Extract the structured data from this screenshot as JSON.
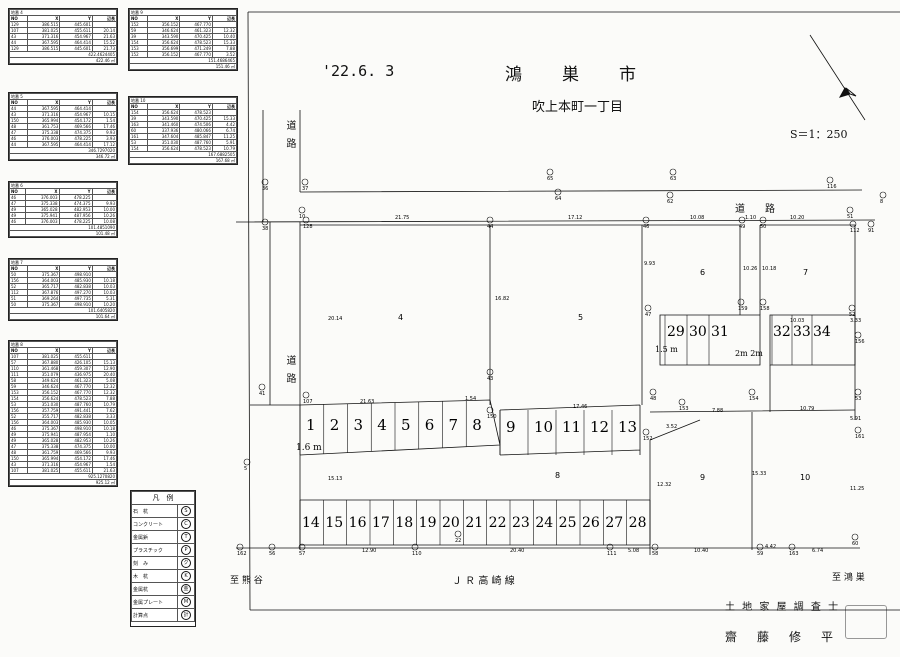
{
  "header": {
    "date": "'22.6. 3",
    "city": "鴻　　巣　　市",
    "district": "吹上本町一丁目",
    "scale": "S＝1：250"
  },
  "roads": {
    "road_top": "道　　路",
    "road_left_upper": "道路",
    "road_left_lower": "道路",
    "rail": "Ｊ Ｒ 高 崎 線",
    "to_kumagaya": "至 熊 谷",
    "to_konosu": "至 鴻 巣"
  },
  "footer": {
    "surveyor_title": "土 地 家 屋 調 査 士",
    "surveyor_name": "齋　藤　修　平"
  },
  "legend": {
    "title": "凡　例",
    "items": [
      {
        "label": "石　杭",
        "sym": "S"
      },
      {
        "label": "コンクリート",
        "sym": "C"
      },
      {
        "label": "金属鋲",
        "sym": "T"
      },
      {
        "label": "プラスチック",
        "sym": "P"
      },
      {
        "label": "刻　み",
        "sym": "ク"
      },
      {
        "label": "木　杭",
        "sym": "K"
      },
      {
        "label": "金属杭",
        "sym": "金"
      },
      {
        "label": "金属プレート",
        "sym": "M"
      },
      {
        "label": "計算点",
        "sym": "計"
      }
    ]
  },
  "tables": [
    {
      "title": "地番 4",
      "rows": [
        [
          "NO",
          "X",
          "Y",
          "辺長"
        ],
        [
          "129",
          "386.515",
          "445.601",
          ""
        ],
        [
          "107",
          "381.025",
          "455.611",
          "20.14"
        ],
        [
          "43",
          "371.316",
          "454.967",
          "21.63"
        ],
        [
          "44",
          "367.595",
          "464.414",
          "15.52"
        ],
        [
          "129",
          "386.515",
          "445.601",
          "21.73"
        ]
      ],
      "area1": "422.4624405",
      "area2": "422.46 ㎡"
    },
    {
      "title": "地番 5",
      "rows": [
        [
          "NO",
          "X",
          "Y",
          "辺長"
        ],
        [
          "44",
          "367.595",
          "464.414",
          ""
        ],
        [
          "43",
          "371.316",
          "454.967",
          "10.15"
        ],
        [
          "150",
          "365.994",
          "454.172",
          "1.54"
        ],
        [
          "48",
          "361.753",
          "469.566",
          "17.46"
        ],
        [
          "47",
          "375.338",
          "474.375",
          "9.93"
        ],
        [
          "46",
          "376.003",
          "478.225",
          "3.93"
        ],
        [
          "44",
          "367.595",
          "464.414",
          "17.12"
        ]
      ],
      "area1": "346.7297020",
      "area2": "346.72 ㎡"
    },
    {
      "title": "地番 6",
      "rows": [
        [
          "NO",
          "X",
          "Y",
          "辺長"
        ],
        [
          "46",
          "376.003",
          "478.225",
          ""
        ],
        [
          "47",
          "375.338",
          "474.375",
          "9.93"
        ],
        [
          "49",
          "365.028",
          "482.953",
          "10.00"
        ],
        [
          "49",
          "375.941",
          "487.956",
          "10.26"
        ],
        [
          "46",
          "376.003",
          "478.225",
          "10.08"
        ]
      ],
      "area1": "101.4851090",
      "area2": "101.48 ㎡"
    },
    {
      "title": "地番 7",
      "rows": [
        [
          "NO",
          "X",
          "Y",
          "辺長"
        ],
        [
          "50",
          "375.367",
          "498.910",
          ""
        ],
        [
          "156",
          "364.003",
          "485.930",
          "10.18"
        ],
        [
          "52",
          "365.717",
          "482.838",
          "10.03"
        ],
        [
          "112",
          "367.876",
          "497.270",
          "10.03"
        ],
        [
          "51",
          "369.264",
          "497.735",
          "5.31"
        ],
        [
          "50",
          "375.367",
          "498.910",
          "10.20"
        ]
      ],
      "area1": "101.6405820",
      "area2": "101.64 ㎡"
    },
    {
      "title": "地番 8",
      "rows": [
        [
          "NO",
          "X",
          "Y",
          "辺長"
        ],
        [
          "107",
          "381.025",
          "455.611",
          ""
        ],
        [
          "57",
          "367.880",
          "426.105",
          "15.13"
        ],
        [
          "110",
          "361.468",
          "459.307",
          "12.90"
        ],
        [
          "111",
          "351.079",
          "436.975",
          "20.40"
        ],
        [
          "58",
          "349.624",
          "461.323",
          "5.08"
        ],
        [
          "59",
          "346.624",
          "467.770",
          "12.32"
        ],
        [
          "153",
          "356.152",
          "467.770",
          "12.32"
        ],
        [
          "154",
          "356.624",
          "478.523",
          "7.88"
        ],
        [
          "53",
          "351.030",
          "487.760",
          "10.79"
        ],
        [
          "156",
          "357.759",
          "491.441",
          "7.62"
        ],
        [
          "52",
          "355.717",
          "482.838",
          "3.33"
        ],
        [
          "156",
          "364.003",
          "485.930",
          "10.05"
        ],
        [
          "46",
          "375.367",
          "498.910",
          "10.18"
        ],
        [
          "49",
          "375.941",
          "487.954",
          "1.10"
        ],
        [
          "49",
          "365.028",
          "482.953",
          "10.26"
        ],
        [
          "47",
          "375.338",
          "474.375",
          "10.00"
        ],
        [
          "48",
          "361.759",
          "469.566",
          "9.93"
        ],
        [
          "150",
          "365.994",
          "454.172",
          "17.46"
        ],
        [
          "43",
          "371.316",
          "454.967",
          "1.54"
        ],
        [
          "107",
          "381.025",
          "455.611",
          "21.63"
        ]
      ],
      "area1": "925.1270820",
      "area2": "925.12 ㎡"
    },
    {
      "title": "地番 9",
      "rows": [
        [
          "NO",
          "X",
          "Y",
          "辺長"
        ],
        [
          "152",
          "356.152",
          "467.770",
          ""
        ],
        [
          "59",
          "346.624",
          "461.323",
          "12.32"
        ],
        [
          "39",
          "343.590",
          "470.425",
          "10.40"
        ],
        [
          "154",
          "356.624",
          "478.523",
          "15.33"
        ],
        [
          "153",
          "356.699",
          "471.249",
          "7.88"
        ],
        [
          "152",
          "356.152",
          "467.770",
          "3.52"
        ]
      ],
      "area1": "151.4686465",
      "area2": "151.46 ㎡"
    },
    {
      "title": "地番 10",
      "rows": [
        [
          "NO",
          "X",
          "Y",
          "辺長"
        ],
        [
          "154",
          "356.624",
          "478.523",
          ""
        ],
        [
          "39",
          "343.590",
          "470.425",
          "15.33"
        ],
        [
          "163",
          "341.460",
          "474.506",
          "4.42"
        ],
        [
          "60",
          "337.936",
          "480.066",
          "6.74"
        ],
        [
          "161",
          "347.604",
          "485.847",
          "11.25"
        ],
        [
          "53",
          "351.030",
          "487.760",
          "5.91"
        ],
        [
          "154",
          "356.624",
          "478.523",
          "10.79"
        ]
      ],
      "area1": "167.6882505",
      "area2": "167.68 ㎡"
    }
  ],
  "parcels": {
    "big": [
      "4",
      "5",
      "6",
      "7",
      "8",
      "9",
      "10"
    ],
    "row_upper": [
      "1",
      "2",
      "3",
      "4",
      "5",
      "6",
      "7",
      "8",
      "9",
      "10",
      "11",
      "12",
      "13"
    ],
    "row_lower": [
      "14",
      "15",
      "16",
      "17",
      "18",
      "19",
      "20",
      "21",
      "22",
      "23",
      "24",
      "25",
      "26",
      "27",
      "28"
    ],
    "row_right_a": [
      "29",
      "30",
      "31"
    ],
    "row_right_b": [
      "32",
      "33",
      "34"
    ],
    "annot_1m": "1.6 m",
    "annot_2m": "2m 2m",
    "annot_15": "1.5 m"
  },
  "points": [
    "36",
    "37",
    "38",
    "65",
    "64",
    "63",
    "62",
    "116",
    "8",
    "10",
    "128",
    "44",
    "46",
    "49",
    "50",
    "51",
    "112",
    "91",
    "47",
    "159",
    "158",
    "52",
    "156",
    "41",
    "107",
    "43",
    "150",
    "48",
    "153",
    "154",
    "53",
    "152",
    "161",
    "5",
    "57",
    "110",
    "111",
    "58",
    "22",
    "59",
    "163",
    "60",
    "162",
    "56"
  ],
  "dims": [
    "21.75",
    "17.12",
    "10.08",
    "1.10",
    "10.20",
    "20.14",
    "16.82",
    "9.93",
    "10.26",
    "10.18",
    "10.03",
    "3.33",
    "21.63",
    "1.54",
    "17.46",
    "7.88",
    "10.79",
    "3.52",
    "5.91",
    "15.13",
    "12.32",
    "15.33",
    "11.25",
    "12.90",
    "20.40",
    "5.08",
    "10.40",
    "4.42",
    "6.74"
  ]
}
